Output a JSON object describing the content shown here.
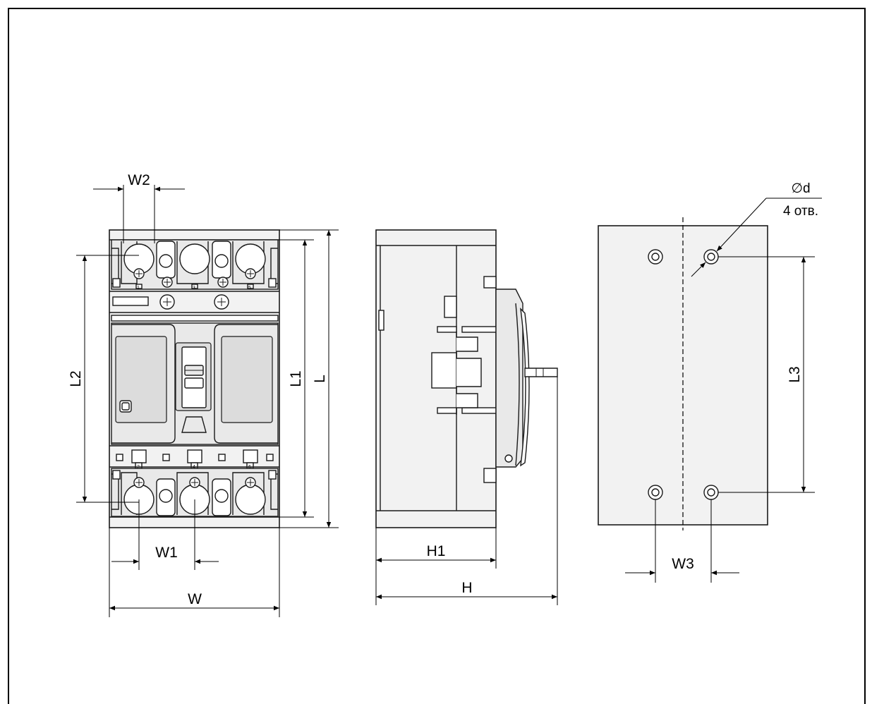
{
  "dimensions": {
    "w": "W",
    "w1": "W1",
    "w2": "W2",
    "w3": "W3",
    "l": "L",
    "l1": "L1",
    "l2": "L2",
    "l3": "L3",
    "h": "H",
    "h1": "H1"
  },
  "hole_note": {
    "diameter": "∅d",
    "count": "4 отв."
  },
  "terminal_numbers": {
    "top": [
      "1",
      "3",
      "5"
    ],
    "bottom": [
      "2",
      "4",
      "6"
    ]
  }
}
